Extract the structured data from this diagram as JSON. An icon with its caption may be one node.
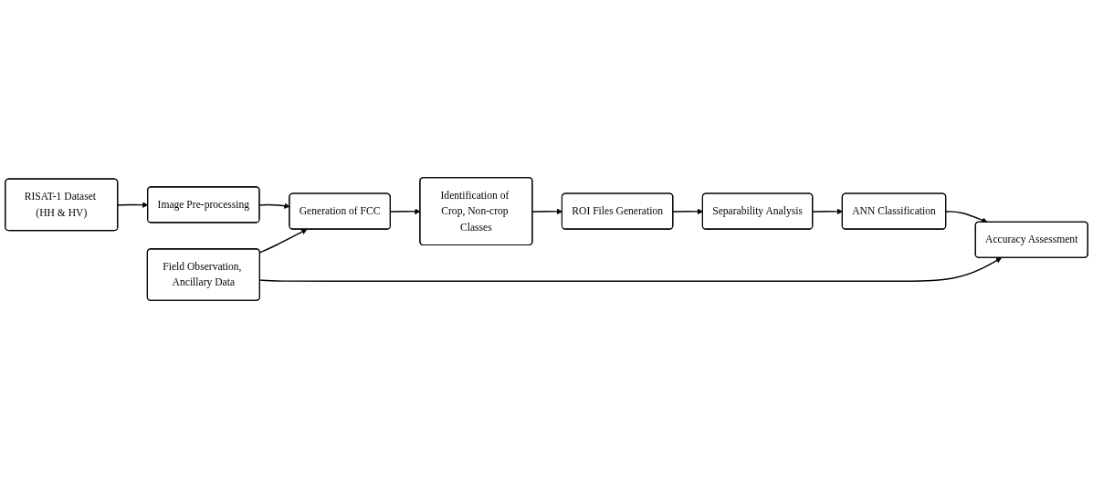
{
  "diagram": {
    "nodes": [
      {
        "text": [
          "RISAT-1 Dataset (HH & HV)"
        ]
      },
      {
        "text": [
          "Image Pre-processing"
        ]
      },
      {
        "text": [
          "Generation of FCC"
        ]
      },
      {
        "text": [
          "Identification of Crop, Non-crop Classes"
        ]
      },
      {
        "text": [
          "ROI Files Generation"
        ]
      },
      {
        "text": [
          "Field Observation, Ancillary Data"
        ]
      },
      {
        "text": [
          "Separability Analysis"
        ]
      },
      {
        "text": [
          "ANN Classification"
        ]
      },
      {
        "text": [
          "Accuracy Assessment"
        ]
      }
    ],
    "edges": [
      {
        "from": 0,
        "to": 1,
        "arrow": "to"
      },
      {
        "from": 1,
        "to": 2,
        "arrow": "to"
      },
      {
        "from": 2,
        "to": 3,
        "arrow": "to"
      },
      {
        "from": 5,
        "to": 2,
        "arrow": "to"
      },
      {
        "from": 3,
        "to": 4,
        "arrow": "to"
      },
      {
        "from": 4,
        "to": 6,
        "arrow": "to"
      },
      {
        "from": 6,
        "to": 7,
        "arrow": "to"
      },
      {
        "from": 7,
        "to": 8,
        "arrow": "to"
      },
      {
        "from": 5,
        "to": 8,
        "arrow": "to"
      }
    ]
  }
}
